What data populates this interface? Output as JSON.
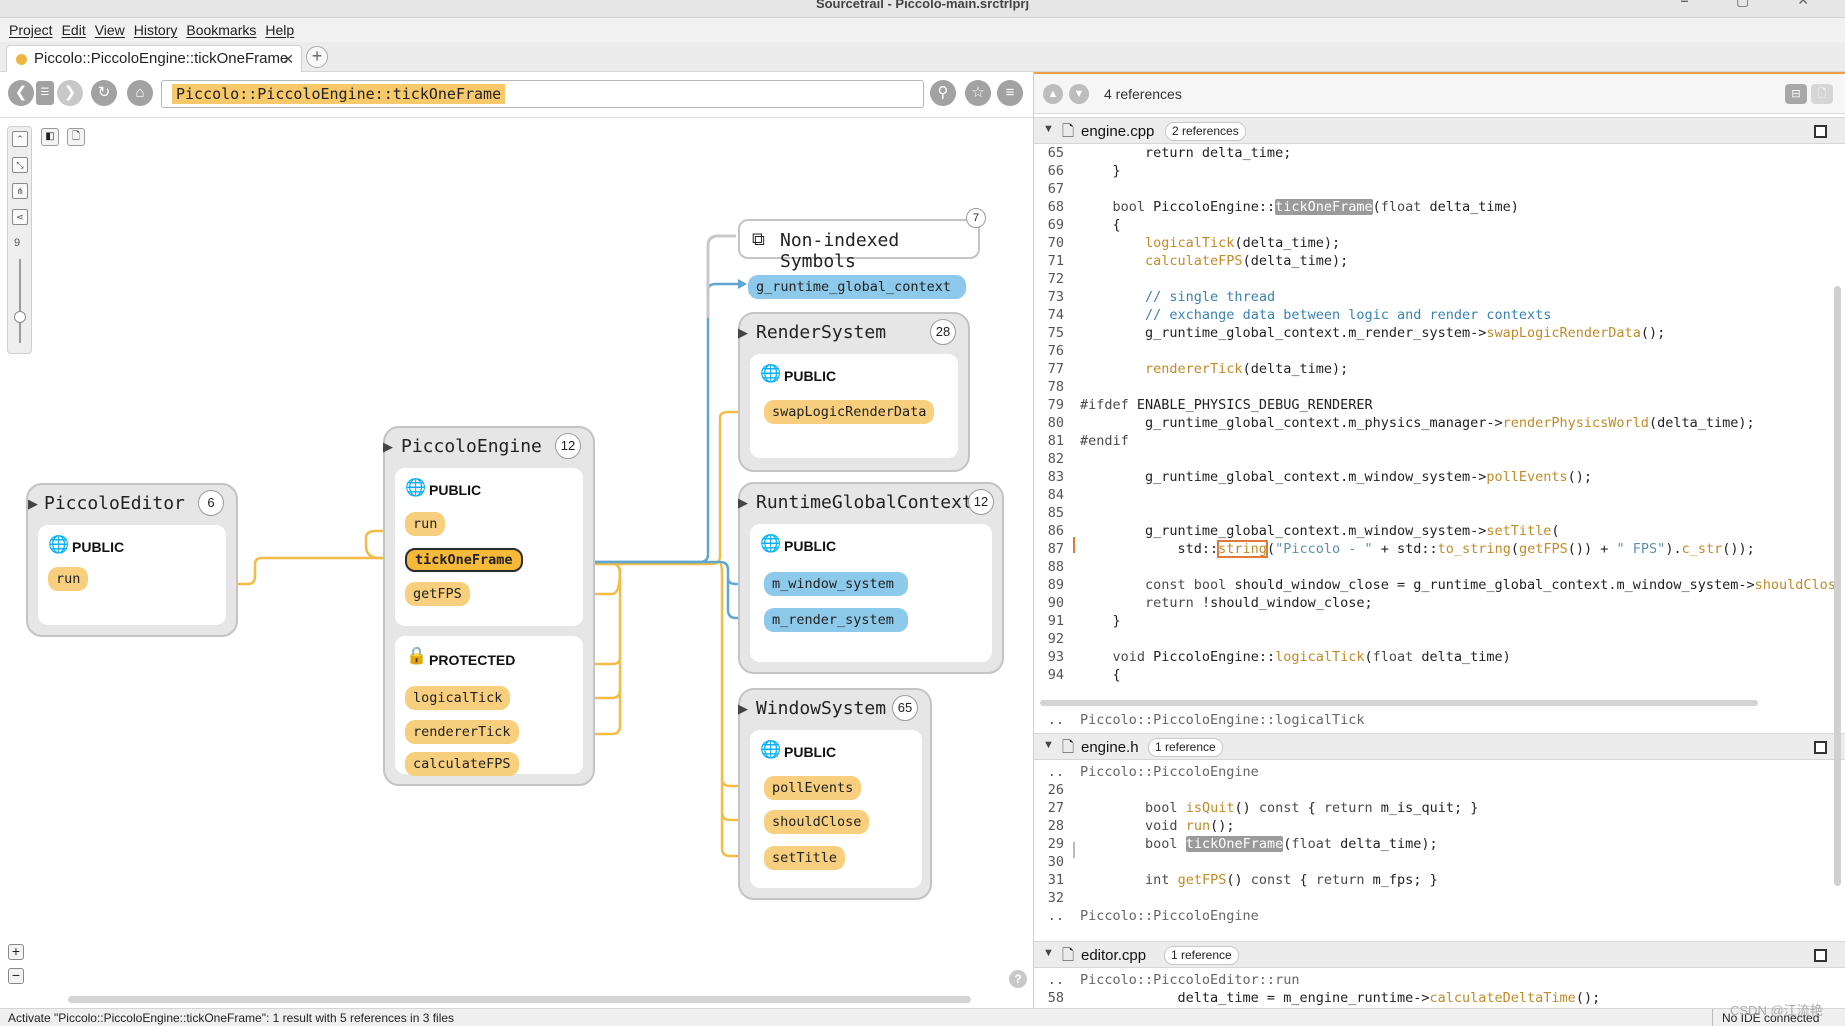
{
  "window": {
    "title": "Sourcetrail - Piccolo-main.srctrlprj"
  },
  "menu": [
    "Project",
    "Edit",
    "View",
    "History",
    "Bookmarks",
    "Help"
  ],
  "tab": {
    "label": "Piccolo::PiccoloEngine::tickOneFrame",
    "close": "✕"
  },
  "search": {
    "query": "Piccolo::PiccoloEngine::tickOneFrame"
  },
  "graph": {
    "zoom_level": "9",
    "non_indexed": {
      "title": "Non-indexed Symbols",
      "count": "7",
      "member": "g_runtime_global_context"
    },
    "piccolo_editor": {
      "title": "PiccoloEditor",
      "count": "6",
      "public_label": "PUBLIC",
      "members": [
        "run"
      ]
    },
    "piccolo_engine": {
      "title": "PiccoloEngine",
      "count": "12",
      "public_label": "PUBLIC",
      "public_members": [
        "run",
        "tickOneFrame",
        "getFPS"
      ],
      "protected_label": "PROTECTED",
      "protected_members": [
        "logicalTick",
        "rendererTick",
        "calculateFPS"
      ]
    },
    "render_system": {
      "title": "RenderSystem",
      "count": "28",
      "public_label": "PUBLIC",
      "members": [
        "swapLogicRenderData"
      ]
    },
    "runtime_global_context": {
      "title": "RuntimeGlobalContext",
      "count": "12",
      "public_label": "PUBLIC",
      "members": [
        "m_window_system",
        "m_render_system"
      ]
    },
    "window_system": {
      "title": "WindowSystem",
      "count": "65",
      "public_label": "PUBLIC",
      "members": [
        "pollEvents",
        "shouldClose",
        "setTitle"
      ]
    },
    "colors": {
      "function": "#f8cf7e",
      "variable": "#8cc9ea",
      "selected": "#f6b93a",
      "edge_call": "#f2bd46",
      "edge_use": "#5fa7d1"
    }
  },
  "code": {
    "references_count": "4 references",
    "files": [
      {
        "name": "engine.cpp",
        "refs": "2 references",
        "footer_context": "Piccolo::PiccoloEngine::logicalTick"
      },
      {
        "name": "engine.h",
        "refs": "1 reference",
        "context_top": "Piccolo::PiccoloEngine",
        "context_bottom": "Piccolo::PiccoloEngine"
      },
      {
        "name": "editor.cpp",
        "refs": "1 reference",
        "context_top": "Piccolo::PiccoloEditor::run"
      }
    ],
    "dots": ".."
  },
  "status": {
    "text": "Activate \"Piccolo::PiccoloEngine::tickOneFrame\": 1 result with 5 references in 3 files",
    "ide": "No IDE connected"
  },
  "watermark": "CSDN @江流艳"
}
